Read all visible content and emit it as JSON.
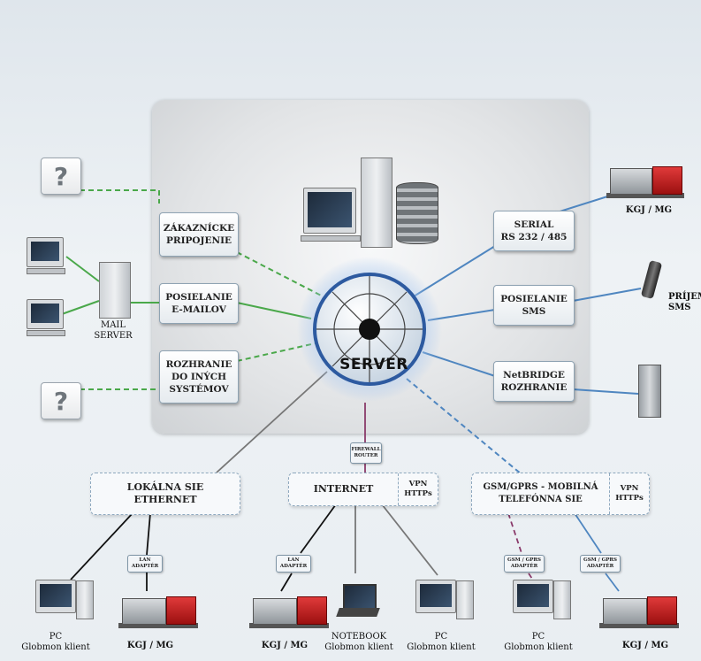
{
  "boxes": {
    "customer": "ZÁKAZNÍCKE\nPRIPOJENIE",
    "email": "POSIELANIE\nE-MAILOV",
    "interface": "ROZHRANIE\nDO INÝCH\nSYSTÉMOV",
    "serial": "SERIAL\nRS 232 / 485",
    "sms": "POSIELANIE\nSMS",
    "netbridge": "NetBRIDGE\nROZHRANIE"
  },
  "server_label": "SERVER",
  "firewall": "FIREWALL\nROUTER",
  "networks": {
    "lan": "LOKÁLNA SIE\nETHERNET",
    "internet": "INTERNET",
    "internet_vpn": "VPN\nHTTPs",
    "gsm": "GSM/GPRS -  MOBILNÁ\nTELEFÓNNA SIE",
    "gsm_vpn": "VPN\nHTTPs"
  },
  "adapters": {
    "lan1": "LAN\nADAPTÉR",
    "lan2": "LAN\nADAPTÉR",
    "gsm1": "GSM / GPRS\nADAPTÉR",
    "gsm2": "GSM / GPRS\nADAPTÉR"
  },
  "labels": {
    "mail_server": "MAIL\nSERVER",
    "kgj_top": "KGJ / MG",
    "sms_receiver": "PRÍJEM\nSMS",
    "pc1": "PC\nGlobmon klient",
    "kgj1": "KGJ / MG",
    "kgj2": "KGJ / MG",
    "notebook": "NOTEBOOK\nGlobmon klient",
    "pc2": "PC\nGlobmon klient",
    "pc3": "PC\nGlobmon klient",
    "kgj3": "KGJ / MG"
  },
  "unknown": "?",
  "colors": {
    "green": "#4aa84a",
    "blue": "#4f86c0",
    "gray": "#666666",
    "purple": "#8a3a6a"
  }
}
